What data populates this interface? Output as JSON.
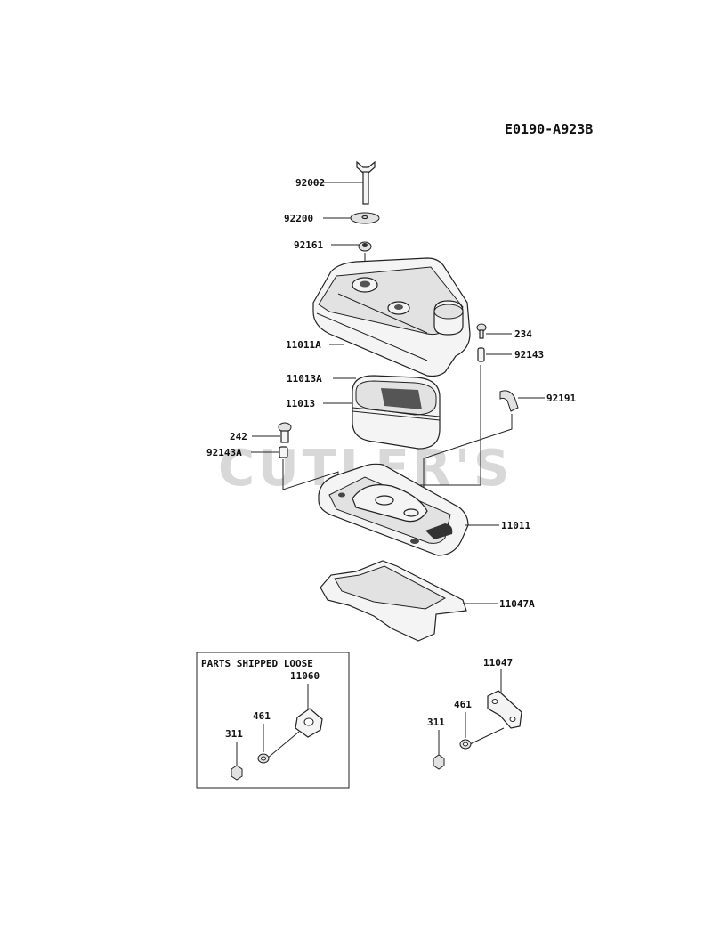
{
  "diagram_code": "E0190-A923B",
  "watermark": "CUTLER'S",
  "loose_box_title": "PARTS SHIPPED LOOSE",
  "labels": {
    "p92002": "92002",
    "p92200": "92200",
    "p92161": "92161",
    "p11011A": "11011A",
    "p234": "234",
    "p92143": "92143",
    "p11013A": "11013A",
    "p11013": "11013",
    "p92191": "92191",
    "p242": "242",
    "p92143A": "92143A",
    "p11011": "11011",
    "p11047A": "11047A",
    "p11060": "11060",
    "p461a": "461",
    "p311a": "311",
    "p11047": "11047",
    "p461b": "461",
    "p311b": "311"
  }
}
